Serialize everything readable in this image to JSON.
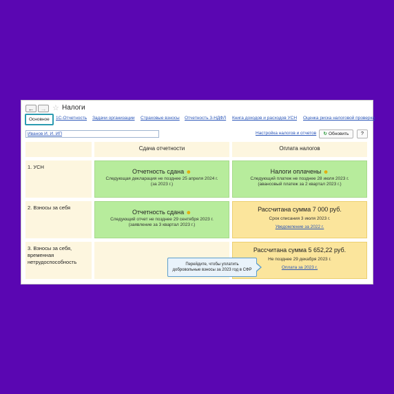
{
  "window": {
    "title": "Налоги",
    "back_icon": "←",
    "forward_icon": "→",
    "star_icon": "☆"
  },
  "tabs": [
    "Основное",
    "1С-Отчетность",
    "Задачи организации",
    "Страховые взносы",
    "Отчетность 3-НДФЛ",
    "Книга доходов и расходов УСН",
    "Оценка риска налоговой проверки"
  ],
  "toolbar": {
    "organization": "Иванов И. И. ИП",
    "settings_link": "Настройка налогов и отчетов",
    "refresh_label": "Обновить",
    "help_label": "?"
  },
  "columns": {
    "reporting": "Сдача отчетности",
    "payment": "Оплата налогов"
  },
  "rows": [
    {
      "label": "1. УСН",
      "reporting": {
        "title": "Отчетность сдана",
        "line1": "Следующая декларация не позднее 25 апреля 2024 г.",
        "line2": "(за 2023 г.)"
      },
      "payment": {
        "title": "Налоги оплачены",
        "line1": "Следующий платеж не позднее 28 июля 2023 г.",
        "line2": "(авансовый платеж за 2 квартал 2023 г.)"
      }
    },
    {
      "label": "2. Взносы за себя",
      "reporting": {
        "title": "Отчетность сдана",
        "line1": "Следующий отчет не позднее 29 сентября 2023 г.",
        "line2": "(заявление за 3 квартал 2023 г.)"
      },
      "payment": {
        "title": "Рассчитана сумма 7 000 руб.",
        "line1": "Срок списания 3 июля 2023 г.",
        "link": "Уведомление за 2022 г."
      }
    },
    {
      "label": "3. Взносы за себя, временная нетрудоспособность",
      "payment": {
        "title": "Рассчитана сумма 5 652,22 руб.",
        "line1": "Не позднее 29 декабря 2023 г.",
        "link": "Оплата за 2023 г."
      }
    }
  ],
  "tooltip": {
    "line1": "Перейдите, чтобы уплатить",
    "line2": "добровольные взносы за 2023 год в СФР"
  },
  "colors": {
    "background": "#5a06b2",
    "green_cell": "#b7ec9c",
    "yellow_cell": "#fbe59c",
    "header_bg": "#fdf6df",
    "link": "#2a55b8"
  }
}
